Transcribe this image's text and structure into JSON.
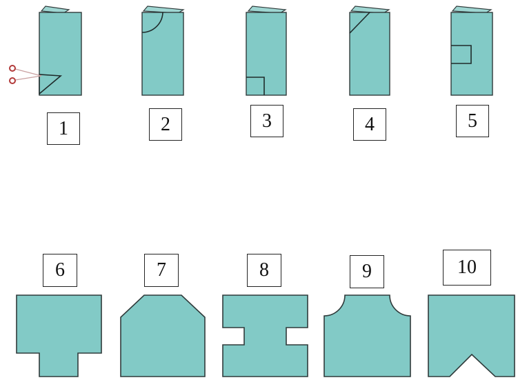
{
  "colors": {
    "paper": "#82cac6",
    "outline": "#2f3a3a",
    "box_border": "#222222"
  },
  "folded_papers": [
    {
      "number": "1",
      "cut": "triangle-notch-bottom-left",
      "icon": "scissors-icon"
    },
    {
      "number": "2",
      "cut": "quarter-circle-top-left"
    },
    {
      "number": "3",
      "cut": "square-bottom-left"
    },
    {
      "number": "4",
      "cut": "diagonal-corner-top-left"
    },
    {
      "number": "5",
      "cut": "square-middle-left"
    }
  ],
  "unfolded_shapes": [
    {
      "number": "6",
      "shape": "t-stem-bottom"
    },
    {
      "number": "7",
      "shape": "chamfered-top-corners"
    },
    {
      "number": "8",
      "shape": "side-notches"
    },
    {
      "number": "9",
      "shape": "rounded-top-corners-cut"
    },
    {
      "number": "10",
      "shape": "v-cut-bottom"
    }
  ]
}
